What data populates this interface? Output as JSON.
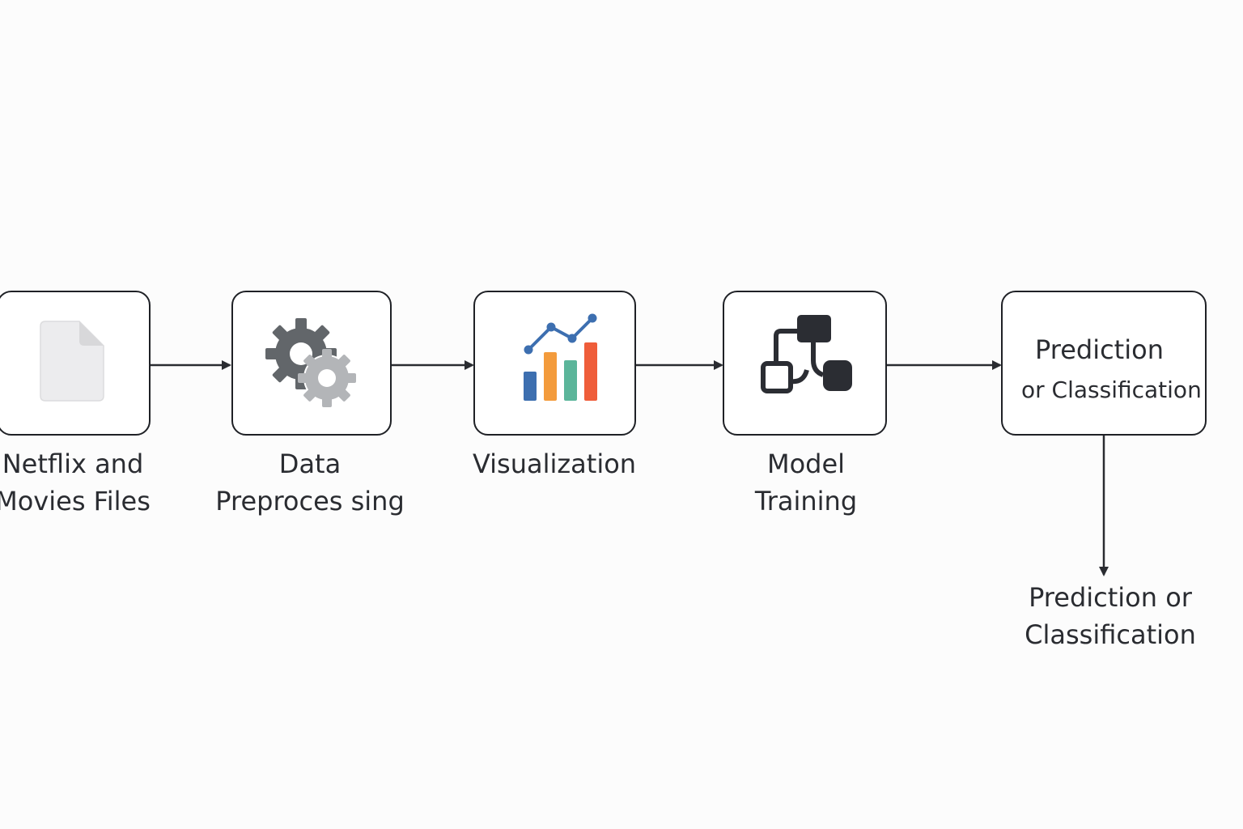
{
  "steps": [
    {
      "id": "files",
      "lines": [
        "Netflix and",
        "Movies Files"
      ],
      "icon": "document-icon"
    },
    {
      "id": "preprocessing",
      "lines": [
        "Data",
        "Preproces sing"
      ],
      "icon": "gears-icon"
    },
    {
      "id": "visualization",
      "lines": [
        "Visualization"
      ],
      "icon": "bar-line-chart-icon"
    },
    {
      "id": "training",
      "lines": [
        "Model",
        "Training"
      ],
      "icon": "flowchart-icon"
    },
    {
      "id": "prediction",
      "box_lines": [
        "Prediction",
        "or Classification"
      ]
    }
  ],
  "output": {
    "lines": [
      "Prediction or",
      "Classification"
    ]
  },
  "colors": {
    "border": "#1f2126",
    "arrow": "#2a2c31",
    "gear_dark": "#62666a",
    "gear_light": "#b3b5b8",
    "bar_blue": "#3d6fb0",
    "bar_orange": "#f39b3c",
    "bar_green": "#5bb59a",
    "bar_red": "#ef5d3a",
    "line_blue": "#3d6fb0",
    "flow_dark": "#2b2d33",
    "doc_fill": "#ececee"
  }
}
